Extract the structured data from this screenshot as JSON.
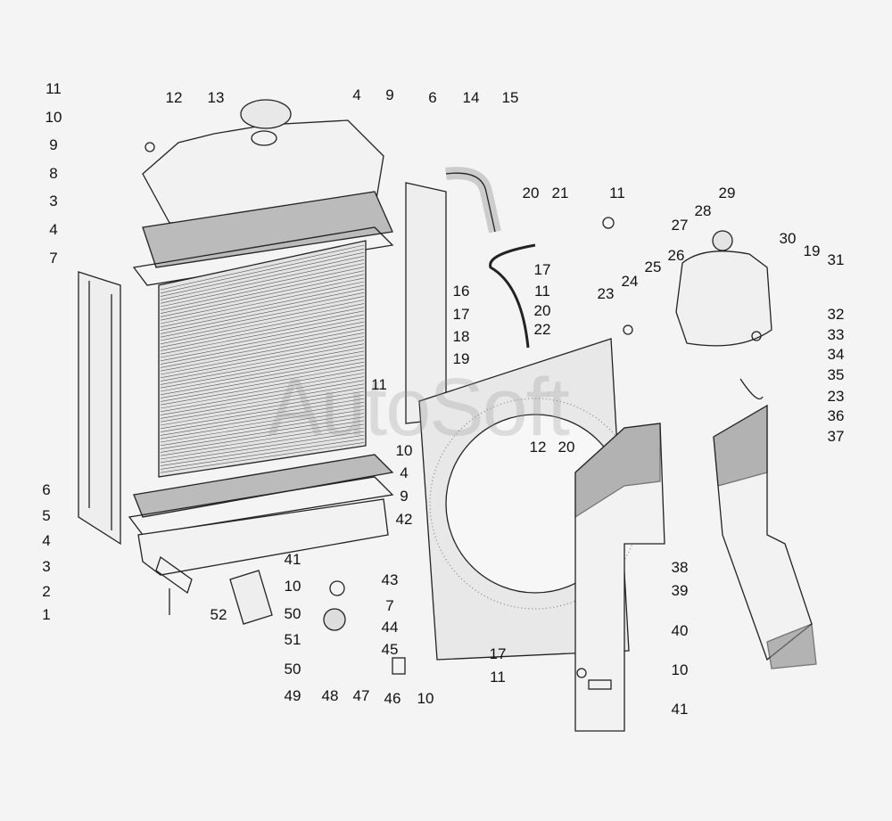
{
  "watermark": "AutoSoft",
  "labels": [
    "11",
    "10",
    "9",
    "8",
    "3",
    "4",
    "7",
    "12",
    "13",
    "4",
    "9",
    "6",
    "14",
    "15",
    "20",
    "21",
    "11",
    "29",
    "28",
    "27",
    "30",
    "19",
    "31",
    "26",
    "25",
    "24",
    "23",
    "32",
    "17",
    "16",
    "11",
    "17",
    "20",
    "22",
    "18",
    "19",
    "33",
    "34",
    "35",
    "23",
    "36",
    "37",
    "11",
    "10",
    "12",
    "20",
    "4",
    "9",
    "6",
    "5",
    "4",
    "3",
    "2",
    "1",
    "42",
    "41",
    "43",
    "10",
    "7",
    "50",
    "44",
    "52",
    "51",
    "45",
    "50",
    "49",
    "48",
    "47",
    "46",
    "10",
    "17",
    "11",
    "38",
    "39",
    "40",
    "10",
    "41"
  ]
}
